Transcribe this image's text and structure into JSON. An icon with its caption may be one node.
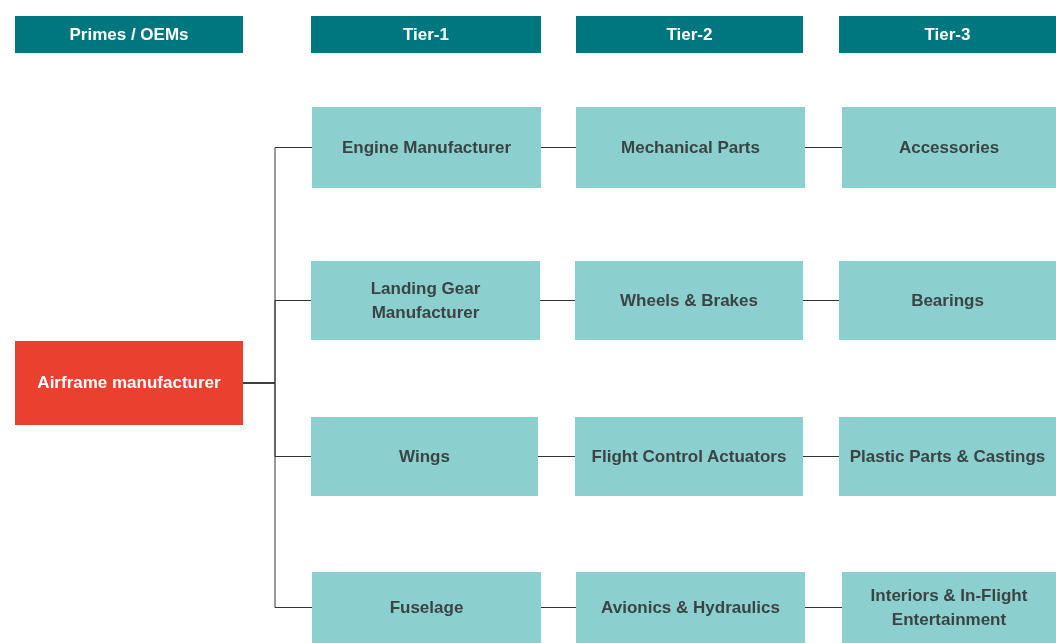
{
  "diagram": {
    "nodes": [
      {
        "text": [
          "Primes / OEMs"
        ]
      },
      {
        "text": [
          "Tier-1"
        ]
      },
      {
        "text": [
          "Tier-2"
        ]
      },
      {
        "text": [
          "Tier-3"
        ]
      },
      {
        "text": [
          "Airframe manufacturer"
        ]
      },
      {
        "text": [
          "Engine Manufacturer"
        ]
      },
      {
        "text": [
          "Landing Gear Manufacturer"
        ]
      },
      {
        "text": [
          "Wings"
        ]
      },
      {
        "text": [
          "Fuselage"
        ]
      },
      {
        "text": [
          "Mechanical Parts"
        ]
      },
      {
        "text": [
          "Wheels & Brakes"
        ]
      },
      {
        "text": [
          "Flight Control Actuators"
        ]
      },
      {
        "text": [
          "Avionics & Hydraulics"
        ]
      },
      {
        "text": [
          "Accessories"
        ]
      },
      {
        "text": [
          "Bearings"
        ]
      },
      {
        "text": [
          "Plastic Parts & Castings"
        ]
      },
      {
        "text": [
          "Interiors & In-Flight Entertainment"
        ]
      }
    ],
    "edges": [
      {
        "from": 4,
        "to": 5,
        "arrow": "none"
      },
      {
        "from": 4,
        "to": 6,
        "arrow": "none"
      },
      {
        "from": 4,
        "to": 7,
        "arrow": "none"
      },
      {
        "from": 4,
        "to": 8,
        "arrow": "none"
      },
      {
        "from": 5,
        "to": 9,
        "arrow": "none"
      },
      {
        "from": 6,
        "to": 10,
        "arrow": "none"
      },
      {
        "from": 7,
        "to": 11,
        "arrow": "none"
      },
      {
        "from": 8,
        "to": 12,
        "arrow": "none"
      },
      {
        "from": 9,
        "to": 13,
        "arrow": "none"
      },
      {
        "from": 10,
        "to": 14,
        "arrow": "none"
      },
      {
        "from": 11,
        "to": 15,
        "arrow": "none"
      },
      {
        "from": 12,
        "to": 16,
        "arrow": "none"
      }
    ]
  }
}
